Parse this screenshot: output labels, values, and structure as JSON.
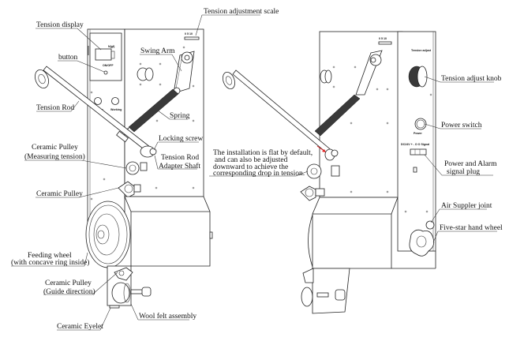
{
  "diagram": {
    "type": "annotated technical drawing",
    "views": [
      "front view",
      "rear view"
    ]
  },
  "left_view": {
    "panel_labels": {
      "display_unit": "N(gf)",
      "button_label": "ON/OFF",
      "lamp_power": "Power",
      "lamp_working": "Working",
      "scale_marks": [
        "0",
        "5",
        "10"
      ]
    },
    "callouts": [
      {
        "id": "tension-display",
        "text": "Tension display"
      },
      {
        "id": "button",
        "text": "button"
      },
      {
        "id": "swing-arm",
        "text": "Swing Arm"
      },
      {
        "id": "tension-adjustment-scale",
        "text": "Tension adjustment scale"
      },
      {
        "id": "tension-rod",
        "text": "Tension Rod"
      },
      {
        "id": "spring",
        "text": "Spring"
      },
      {
        "id": "locking-screw",
        "text": "Locking screw"
      },
      {
        "id": "ceramic-pulley-measuring",
        "text": "Ceramic Pulley",
        "text2": "(Measuring tension)"
      },
      {
        "id": "tension-rod-adapter-shaft",
        "text": "Tension Rod",
        "text2": "Adapter Shaft"
      },
      {
        "id": "ceramic-pulley",
        "text": "Ceramic Pulley"
      },
      {
        "id": "feeding-wheel",
        "text": "Feeding wheel",
        "text2": "(with concave ring inside)"
      },
      {
        "id": "ceramic-pulley-guide",
        "text": "Ceramic Pulley",
        "text2": "(Guide direction)"
      },
      {
        "id": "ceramic-eyelet",
        "text": "Ceramic Eyelet"
      },
      {
        "id": "wool-felt-assembly",
        "text": "Wool felt assembly"
      }
    ]
  },
  "note": {
    "lines": [
      "The installation is flat by default,",
      "and can also be adjusted",
      "downward to achieve the",
      "corresponding drop in tension."
    ]
  },
  "right_view": {
    "panel_labels": {
      "tension_adjust": "Tension adjust",
      "power": "Power",
      "plug_labels": "DC24V  + - O O  Signal",
      "scale_marks": [
        "0",
        "5",
        "10"
      ]
    },
    "callouts": [
      {
        "id": "tension-adjust-knob",
        "text": "Tension adjust knob"
      },
      {
        "id": "power-switch",
        "text": "Power switch"
      },
      {
        "id": "power-alarm-plug",
        "text": "Power and Alarm",
        "text2": "signal plug"
      },
      {
        "id": "air-supplier-joint",
        "text": "Air Suppler joint"
      },
      {
        "id": "five-star-hand-wheel",
        "text": "Five-star hand wheel"
      }
    ]
  },
  "colors": {
    "line": "#222222",
    "spring": "#3a3a3a",
    "arrow": "#e02020",
    "background": "#ffffff"
  }
}
